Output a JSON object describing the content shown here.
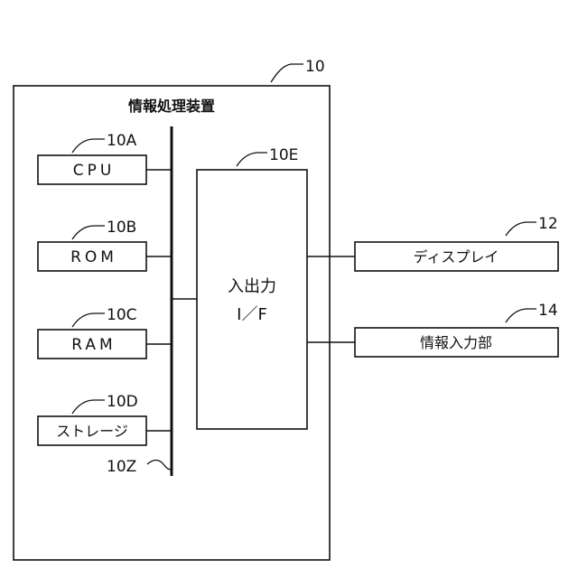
{
  "device": {
    "ref": "10",
    "title": "情報処理装置"
  },
  "components": [
    {
      "ref": "10A",
      "label": "CPU"
    },
    {
      "ref": "10B",
      "label": "ROM"
    },
    {
      "ref": "10C",
      "label": "RAM"
    },
    {
      "ref": "10D",
      "label": "ストレージ"
    }
  ],
  "bus": {
    "ref": "10Z"
  },
  "io_interface": {
    "ref": "10E",
    "label_line1": "入出力",
    "label_line2": "I／F"
  },
  "external": [
    {
      "ref": "12",
      "label": "ディスプレイ"
    },
    {
      "ref": "14",
      "label": "情報入力部"
    }
  ]
}
